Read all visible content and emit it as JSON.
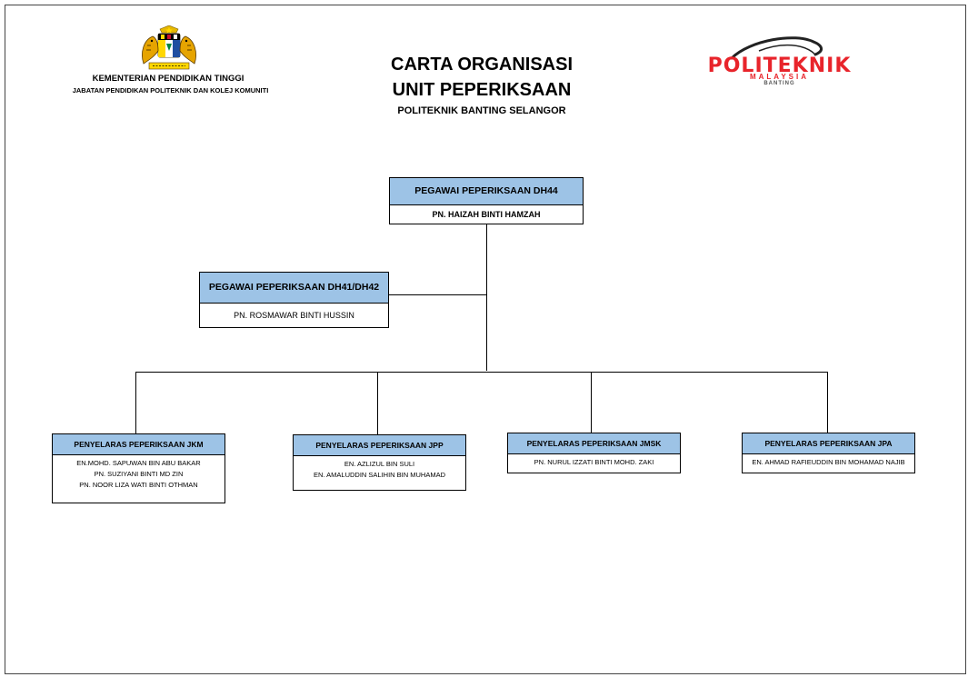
{
  "header": {
    "ministry": "KEMENTERIAN  PENDIDIKAN TINGGI",
    "department": "JABATAN  PENDIDIKAN  POLITEKNIK  DAN KOLEJ KOMUNITI",
    "title_line1": "CARTA ORGANISASI",
    "title_line2": "UNIT PEPERIKSAAN",
    "subtitle": "POLITEKNIK BANTING SELANGOR"
  },
  "logos": {
    "ministry_logo": "malaysia-coat-of-arms",
    "poli_logo_text": "POLITEKNIK",
    "poli_logo_country": "MALAYSIA",
    "poli_logo_place": "BANTING"
  },
  "colors": {
    "header_fill": "#9dc3e6",
    "logo_red": "#e8242b",
    "line": "#000000"
  },
  "top_officer": {
    "role": "PEGAWAI PEPERIKSAAN DH44",
    "names": [
      "PN. HAIZAH BINTI  HAMZAH"
    ]
  },
  "assistant_officer": {
    "role": "PEGAWAI PEPERIKSAAN DH41/DH42",
    "names": [
      "PN. ROSMAWAR  BINTI HUSSIN"
    ]
  },
  "coordinators": [
    {
      "role": "PENYELARAS PEPERIKSAAN JKM",
      "names": [
        "EN.MOHD. SAPUWAN BIN ABU BAKAR",
        "PN. SUZIYANI BINTI MD ZIN",
        "PN. NOOR LIZA WATI BINTI OTHMAN"
      ]
    },
    {
      "role": "PENYELARAS PEPERIKSAAN JPP",
      "names": [
        "EN. AZLIZUL BIN SULI",
        "EN. AMALUDDIN SALIHIN BIN MUHAMAD"
      ]
    },
    {
      "role": "PENYELARAS PEPERIKSAAN JMSK",
      "names": [
        "PN. NURUL IZZATI BINTI MOHD. ZAKI"
      ]
    },
    {
      "role": "PENYELARAS PEPERIKSAAN JPA",
      "names": [
        "EN. AHMAD RAFIEUDDIN BIN MOHAMAD NAJIB"
      ]
    }
  ]
}
